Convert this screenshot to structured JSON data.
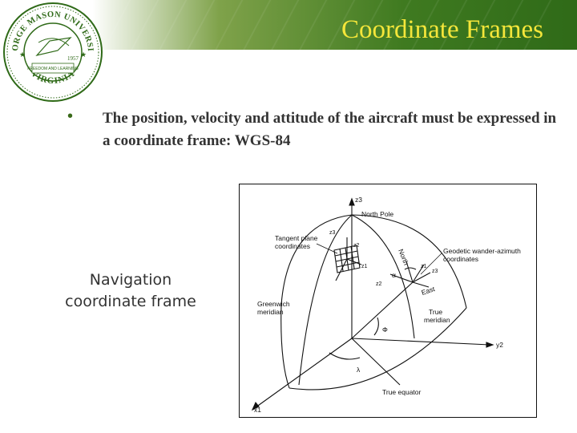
{
  "header": {
    "title": "Coordinate Frames",
    "bg_color": "#3f7a20",
    "title_color": "#f5e63a"
  },
  "seal": {
    "icon": "gmu-seal-icon",
    "text_top": "GEORGE MASON UNIVERSITY",
    "text_bottom": "VIRGINIA",
    "banner": "FREEDOM AND LEARNING",
    "year": "1957"
  },
  "body": {
    "bullet_text": "The position, velocity and attitude of the aircraft must be expressed in a coordinate frame: WGS-84",
    "side_label": "Navigation coordinate frame"
  },
  "figure": {
    "labels": {
      "z3": "z3",
      "north_pole": "North Pole",
      "z3_small": "z3",
      "tangent_plane": "Tangent plane",
      "coordinates": "coordinates",
      "z2_small": "z2",
      "z1_small": "z1",
      "north": "North",
      "alpha": "α",
      "geodetic_wander": "Geodetic wander-azimuth",
      "coordinates2": "coordinates",
      "z1b": "z1",
      "z3b": "z3",
      "z2b": "z2",
      "east": "East",
      "greenwich": "Greenwich",
      "meridian": "meridian",
      "true": "True",
      "meridian2": "meridian",
      "phi": "Φ",
      "y2": "y2",
      "lambda": "λ",
      "true_equator": "True equator",
      "x1": "x1"
    }
  }
}
